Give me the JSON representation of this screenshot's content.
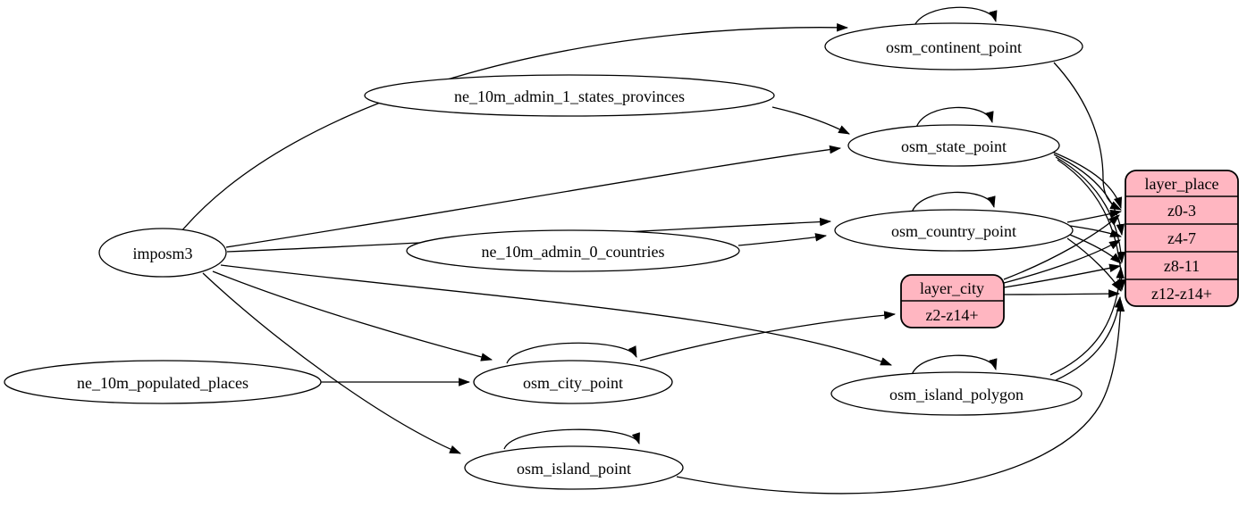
{
  "diagram": {
    "kind": "etl-dataflow-graph",
    "background_color": "#ffffff",
    "node_fill_color": "#ffffff",
    "record_fill_color": "#ffb6c1",
    "line_color": "#000000",
    "nodes": {
      "imposm3": {
        "label": "imposm3",
        "shape": "ellipse"
      },
      "ne_10m_admin_1_states_provinces": {
        "label": "ne_10m_admin_1_states_provinces",
        "shape": "ellipse"
      },
      "ne_10m_admin_0_countries": {
        "label": "ne_10m_admin_0_countries",
        "shape": "ellipse"
      },
      "ne_10m_populated_places": {
        "label": "ne_10m_populated_places",
        "shape": "ellipse"
      },
      "osm_continent_point": {
        "label": "osm_continent_point",
        "shape": "ellipse"
      },
      "osm_state_point": {
        "label": "osm_state_point",
        "shape": "ellipse"
      },
      "osm_country_point": {
        "label": "osm_country_point",
        "shape": "ellipse"
      },
      "osm_city_point": {
        "label": "osm_city_point",
        "shape": "ellipse"
      },
      "osm_island_polygon": {
        "label": "osm_island_polygon",
        "shape": "ellipse"
      },
      "osm_island_point": {
        "label": "osm_island_point",
        "shape": "ellipse"
      },
      "layer_city": {
        "title": "layer_city",
        "rows": [
          "z2-z14+"
        ],
        "shape": "rounded-record"
      },
      "layer_place": {
        "title": "layer_place",
        "rows": [
          "z0-3",
          "z4-7",
          "z8-11",
          "z12-z14+"
        ],
        "shape": "rounded-record"
      }
    },
    "edges": [
      {
        "from": "imposm3",
        "to": "osm_continent_point"
      },
      {
        "from": "imposm3",
        "to": "osm_state_point"
      },
      {
        "from": "imposm3",
        "to": "osm_country_point"
      },
      {
        "from": "imposm3",
        "to": "osm_city_point"
      },
      {
        "from": "imposm3",
        "to": "osm_island_polygon"
      },
      {
        "from": "imposm3",
        "to": "osm_island_point"
      },
      {
        "from": "ne_10m_admin_1_states_provinces",
        "to": "osm_state_point"
      },
      {
        "from": "ne_10m_admin_0_countries",
        "to": "osm_country_point"
      },
      {
        "from": "ne_10m_populated_places",
        "to": "osm_city_point"
      },
      {
        "from": "osm_continent_point",
        "to": "osm_continent_point"
      },
      {
        "from": "osm_state_point",
        "to": "osm_state_point"
      },
      {
        "from": "osm_country_point",
        "to": "osm_country_point"
      },
      {
        "from": "osm_city_point",
        "to": "osm_city_point"
      },
      {
        "from": "osm_island_polygon",
        "to": "osm_island_polygon"
      },
      {
        "from": "osm_island_point",
        "to": "osm_island_point"
      },
      {
        "from": "osm_continent_point",
        "to": "layer_place:z0-3"
      },
      {
        "from": "osm_state_point",
        "to": "layer_place:z0-3"
      },
      {
        "from": "osm_state_point",
        "to": "layer_place:z4-7"
      },
      {
        "from": "osm_state_point",
        "to": "layer_place:z8-11"
      },
      {
        "from": "osm_state_point",
        "to": "layer_place:z12-z14+"
      },
      {
        "from": "osm_country_point",
        "to": "layer_place:z0-3"
      },
      {
        "from": "osm_country_point",
        "to": "layer_place:z4-7"
      },
      {
        "from": "osm_country_point",
        "to": "layer_place:z8-11"
      },
      {
        "from": "osm_country_point",
        "to": "layer_place:z12-z14+"
      },
      {
        "from": "osm_city_point",
        "to": "layer_city:z2-z14+"
      },
      {
        "from": "layer_city",
        "to": "layer_place:z0-3"
      },
      {
        "from": "layer_city",
        "to": "layer_place:z4-7"
      },
      {
        "from": "layer_city",
        "to": "layer_place:z8-11"
      },
      {
        "from": "layer_city",
        "to": "layer_place:z12-z14+"
      },
      {
        "from": "osm_island_polygon",
        "to": "layer_place:z8-11"
      },
      {
        "from": "osm_island_polygon",
        "to": "layer_place:z12-z14+"
      },
      {
        "from": "osm_island_point",
        "to": "layer_place:z12-z14+"
      }
    ]
  }
}
